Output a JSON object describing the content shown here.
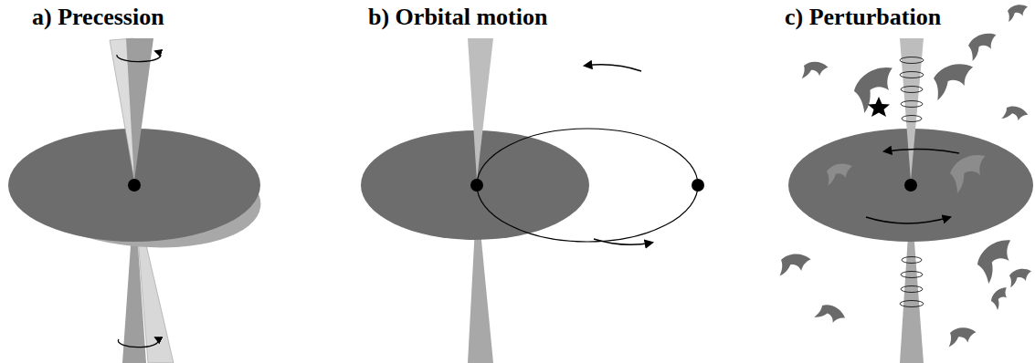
{
  "diagram": {
    "labels": [
      "a) Precession",
      "b) Orbital motion",
      "c) Perturbation"
    ]
  }
}
